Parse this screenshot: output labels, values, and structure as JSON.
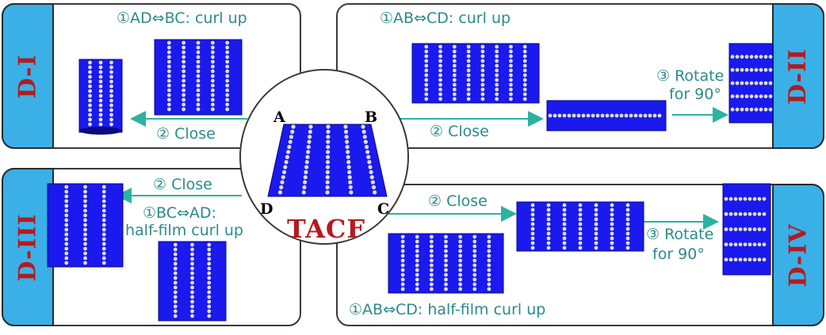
{
  "center": {
    "title": "TACF",
    "corners": {
      "a": "A",
      "b": "B",
      "c": "C",
      "d": "D"
    }
  },
  "panels": {
    "d1": {
      "tab": "D-I",
      "step1": "①AD⇔BC: curl up",
      "step2": "② Close"
    },
    "d2": {
      "tab": "D-II",
      "step1": "①AB⇔CD: curl up",
      "step2": "② Close",
      "step3_line1": "③ Rotate",
      "step3_line2": "for 90°"
    },
    "d3": {
      "tab": "D-III",
      "step2": "② Close",
      "step1_line1": "①BC⇔AD:",
      "step1_line2": "half-film curl up"
    },
    "d4": {
      "tab": "D-IV",
      "step2": "② Close",
      "step3_line1": "③ Rotate",
      "step3_line2": "for 90°",
      "step1": "①AB⇔CD: half-film curl up"
    }
  },
  "colors": {
    "film_blue": "#1a1aee",
    "dot_gray": "#e0e0d0",
    "arrow_teal": "#2ab3a0",
    "tab_blue": "#3ab0e6",
    "tab_text_red": "#b51a1f",
    "label_teal": "#2b8a8c"
  }
}
